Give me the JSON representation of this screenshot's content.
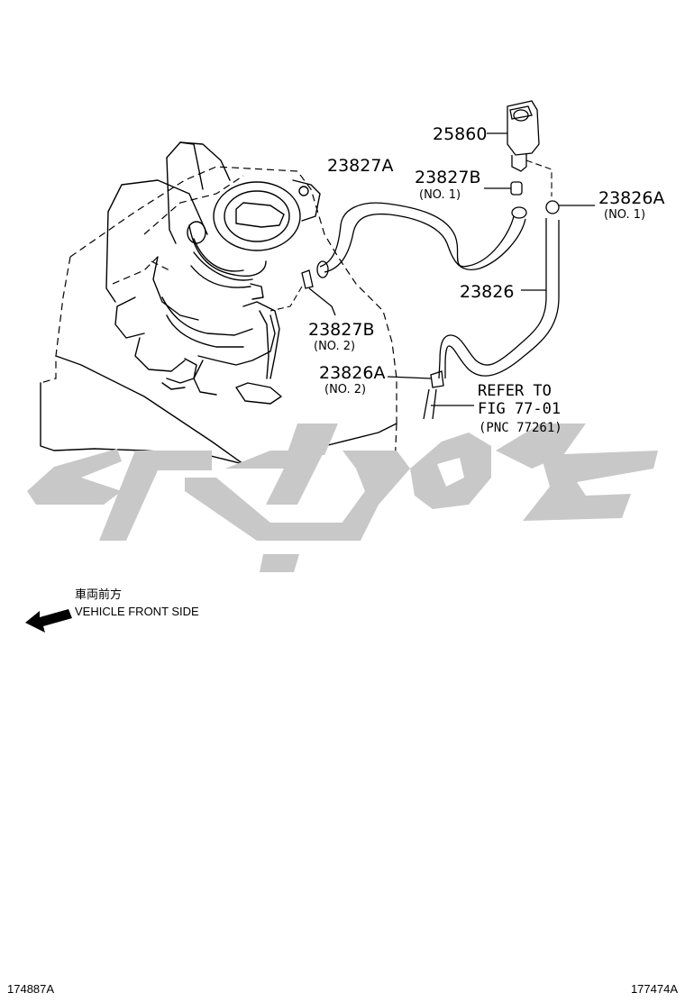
{
  "parts": {
    "p25860": "25860",
    "p23827A": "23827A",
    "p23827B_1": "23827B",
    "p23827B_1_sub": "(NO. 1)",
    "p23826A_1": "23826A",
    "p23826A_1_sub": "(NO. 1)",
    "p23826": "23826",
    "p23827B_2": "23827B",
    "p23827B_2_sub": "(NO. 2)",
    "p23826A_2": "23826A",
    "p23826A_2_sub": "(NO. 2)"
  },
  "reference": {
    "line1": "REFER TO",
    "line2": "FIG 77-01",
    "line3": "(PNC 77261)"
  },
  "legend": {
    "japanese": "車両前方",
    "english": "VEHICLE FRONT SIDE",
    "arrow_icon": "arrow-left-icon"
  },
  "footer": {
    "left_code": "174887A",
    "right_code": "177474A"
  },
  "watermark": {
    "color": "#c8c8c8"
  }
}
